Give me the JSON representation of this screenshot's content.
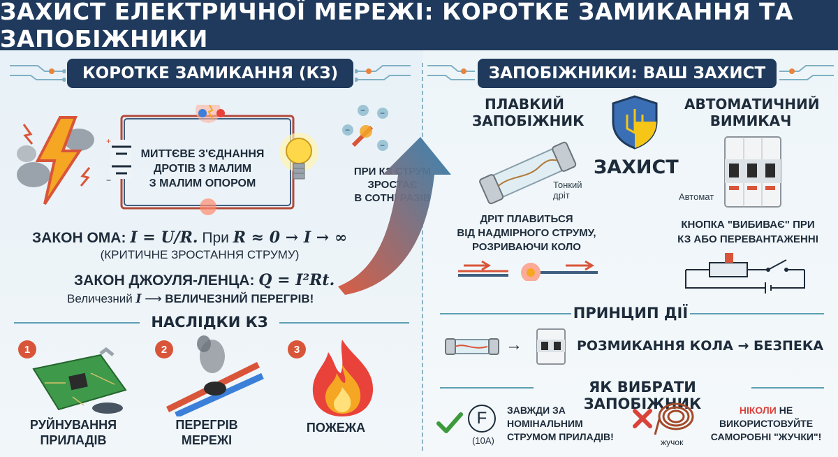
{
  "title": "ЗАХИСТ ЕЛЕКТРИЧНОЇ МЕРЕЖІ: КОРОТКЕ ЗАМИКАННЯ ТА ЗАПОБІЖНИКИ",
  "left": {
    "header": "КОРОТКЕ ЗАМИКАННЯ (КЗ)",
    "circuit_label_1": "МИТТЄВЕ З'ЄДНАННЯ",
    "circuit_label_2": "ДРОТІВ З МАЛИМ",
    "circuit_label_3": "З МАЛИМ ОПОРОМ",
    "current_label_1": "ПРИ КЗ СТРУМ ЗРОСТАЄ",
    "current_label_2": "В СОТНІ РАЗІВ",
    "ohm_prefix": "ЗАКОН ОМА:",
    "ohm_formula": "I = U/R.",
    "ohm_middle": "При",
    "ohm_limit": "R ≈ 0 → I → ∞",
    "ohm_note": "(КРИТИЧНЕ ЗРОСТАННЯ СТРУМУ)",
    "joule_prefix": "ЗАКОН ДЖОУЛЯ-ЛЕНЦА:",
    "joule_formula": "Q = I²Rt.",
    "joule_note_a": "Величезний",
    "joule_note_i": "I",
    "joule_note_arrow": "⟶",
    "joule_note_b": "ВЕЛИЧЕЗНИЙ ПЕРЕГРІВ!",
    "consequences_header": "НАСЛІДКИ КЗ",
    "consequences": [
      {
        "num": "1",
        "line1": "РУЙНУВАННЯ",
        "line2": "ПРИЛАДІВ"
      },
      {
        "num": "2",
        "line1": "ПЕРЕГРІВ",
        "line2": "МЕРЕЖІ"
      },
      {
        "num": "3",
        "line1": "ПОЖЕЖА",
        "line2": ""
      }
    ]
  },
  "right": {
    "header": "ЗАПОБІЖНИКИ: ВАШ ЗАХИСТ",
    "fuse_title_1": "ПЛАВКИЙ",
    "fuse_title_2": "ЗАПОБІЖНИК",
    "fuse_wire_1": "Тонкий",
    "fuse_wire_2": "дріт",
    "fuse_desc_1": "ДРІТ ПЛАВИТЬСЯ",
    "fuse_desc_2": "ВІД НАДМІРНОГО СТРУМУ,",
    "fuse_desc_3": "РОЗРИВАЮЧИ КОЛО",
    "shield_label": "ЗАХИСТ",
    "breaker_title_1": "АВТОМАТИЧНИЙ",
    "breaker_title_2": "ВИМИКАЧ",
    "breaker_tag": "Автомат",
    "breaker_desc_1": "КНОПКА \"ВИБИВАЄ\" ПРИ",
    "breaker_desc_2": "КЗ АБО ПЕРЕВАНТАЖЕННІ",
    "principle_header": "ПРИНЦИП ДІЇ",
    "principle_text": "РОЗМИКАННЯ КОЛА → БЕЗПЕКА",
    "choose_header": "ЯК ВИБРАТИ ЗАПОБІЖНИК",
    "choose_f": "F",
    "choose_rating": "(10А)",
    "choose_good_1": "ЗАВЖДИ ЗА",
    "choose_good_2": "НОМІНАЛЬНИМ",
    "choose_good_3": "СТРУМОМ ПРИЛАДІВ!",
    "choose_bug_tag": "жучок",
    "choose_bad_never": "НІКОЛИ",
    "choose_bad_1": "НЕ",
    "choose_bad_2": "ВИКОРИСТОВУЙТЕ",
    "choose_bad_3": "САМОРОБНІ \"ЖУЧКИ\"!"
  },
  "colors": {
    "navy": "#1f3a5c",
    "accent_red": "#d9553a",
    "accent_teal": "#5c9fb4",
    "check_green": "#3c9a3c"
  }
}
